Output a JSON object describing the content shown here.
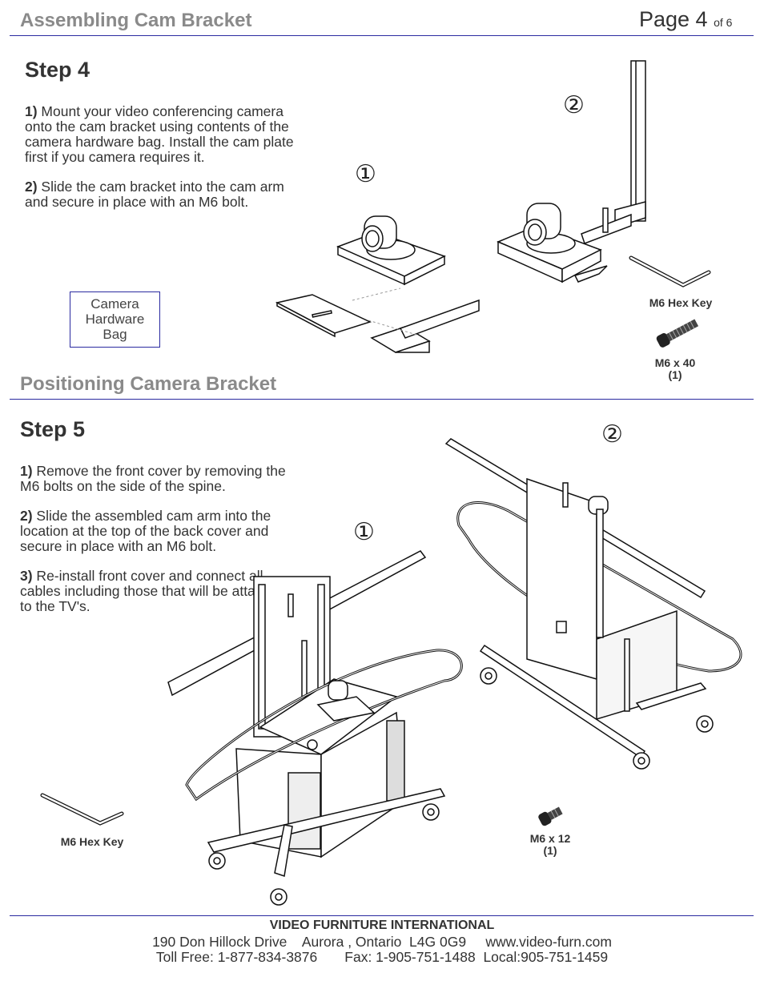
{
  "header": {
    "section1_title": "Assembling Cam Bracket",
    "page_label": "Page 4",
    "page_of": "of 6",
    "section2_title": "Positioning Camera Bracket"
  },
  "step4": {
    "title": "Step 4",
    "items": [
      {
        "num": "1)",
        "text": " Mount your video conferencing camera onto the cam bracket using contents of the  camera hardware bag. Install the cam plate first if you camera requires it."
      },
      {
        "num": "2)",
        "text": " Slide the cam bracket into the cam arm and secure in place with an M6 bolt."
      }
    ],
    "bag_lines": [
      "Camera",
      "Hardware",
      "Bag"
    ],
    "callout_1": "①",
    "callout_2": "②",
    "hex_key_label": "M6 Hex Key",
    "bolt_label": "M6 x 40",
    "bolt_qty": "(1)"
  },
  "step5": {
    "title": "Step 5",
    "items": [
      {
        "num": "1)",
        "text": " Remove the front cover by removing the M6 bolts on the side of the spine."
      },
      {
        "num": "2)",
        "text": " Slide the assembled cam arm into the location at the top of the back cover and secure in place with an M6 bolt."
      },
      {
        "num": "3)",
        "text": " Re-install front cover and connect all cables including those that will be attaching to the TV's."
      }
    ],
    "callout_1": "①",
    "callout_2": "②",
    "hex_key_label": "M6 Hex Key",
    "bolt_label": "M6 x 12",
    "bolt_qty": "(1)"
  },
  "footer": {
    "company": "VIDEO FURNITURE INTERNATIONAL",
    "address": "190 Don Hillock Drive    Aurora , Ontario  L4G 0G9     www.video-furn.com",
    "phones": "Toll Free: 1-877-834-3876       Fax: 1-905-751-1488  Local:905-751-1459"
  }
}
